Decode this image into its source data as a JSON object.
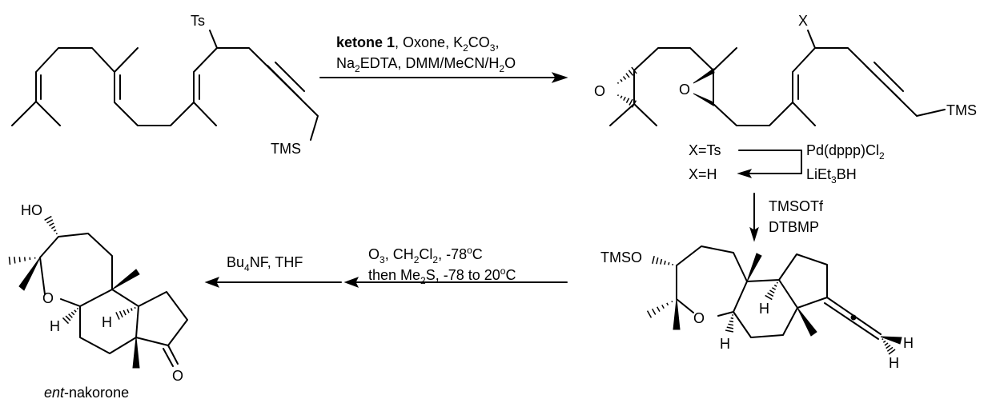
{
  "step1": {
    "line1": [
      {
        "t": "ketone 1",
        "bold": true
      },
      {
        "t": ", Oxone, K"
      },
      {
        "t": "2",
        "sub": true
      },
      {
        "t": "CO"
      },
      {
        "t": "3",
        "sub": true
      },
      {
        "t": ","
      }
    ],
    "line2": [
      {
        "t": "Na"
      },
      {
        "t": "2",
        "sub": true
      },
      {
        "t": "EDTA, DMM/MeCN/H"
      },
      {
        "t": "2",
        "sub": true
      },
      {
        "t": "O"
      }
    ]
  },
  "step2": {
    "from": "X=Ts",
    "to": "X=H",
    "reagent1": [
      {
        "t": "Pd(dppp)Cl"
      },
      {
        "t": "2",
        "sub": true
      }
    ],
    "reagent2": [
      {
        "t": "LiEt"
      },
      {
        "t": "3",
        "sub": true
      },
      {
        "t": "BH"
      }
    ]
  },
  "step3": {
    "reagent1": "TMSOTf",
    "reagent2": "DTBMP"
  },
  "step4": {
    "line1": [
      {
        "t": "O"
      },
      {
        "t": "3",
        "sub": true
      },
      {
        "t": ", CH"
      },
      {
        "t": "2",
        "sub": true
      },
      {
        "t": "Cl"
      },
      {
        "t": "2",
        "sub": true
      },
      {
        "t": ", -78"
      },
      {
        "t": "o",
        "sup": true
      },
      {
        "t": "C"
      }
    ],
    "line2": [
      {
        "t": "then Me"
      },
      {
        "t": "2",
        "sub": true
      },
      {
        "t": "S, -78 to 20"
      },
      {
        "t": "o",
        "sup": true
      },
      {
        "t": "C"
      }
    ]
  },
  "step5": {
    "line1": [
      {
        "t": "Bu"
      },
      {
        "t": "4",
        "sub": true
      },
      {
        "t": "NF, THF"
      }
    ]
  },
  "compound1": {
    "ts": "Ts",
    "tms": "TMS"
  },
  "compound2": {
    "x": "X",
    "o1": "O",
    "o2": "O",
    "tms": "TMS"
  },
  "compound3": {
    "tmso": "TMSO",
    "o": "O",
    "h1": "H",
    "h2": "H",
    "h3": "H",
    "h4": "H"
  },
  "product": {
    "ho": "HO",
    "o": "O",
    "ketone_o": "O",
    "h1": "H",
    "h2": "H",
    "name_italic": "ent",
    "name_rest": "-nakorone"
  }
}
